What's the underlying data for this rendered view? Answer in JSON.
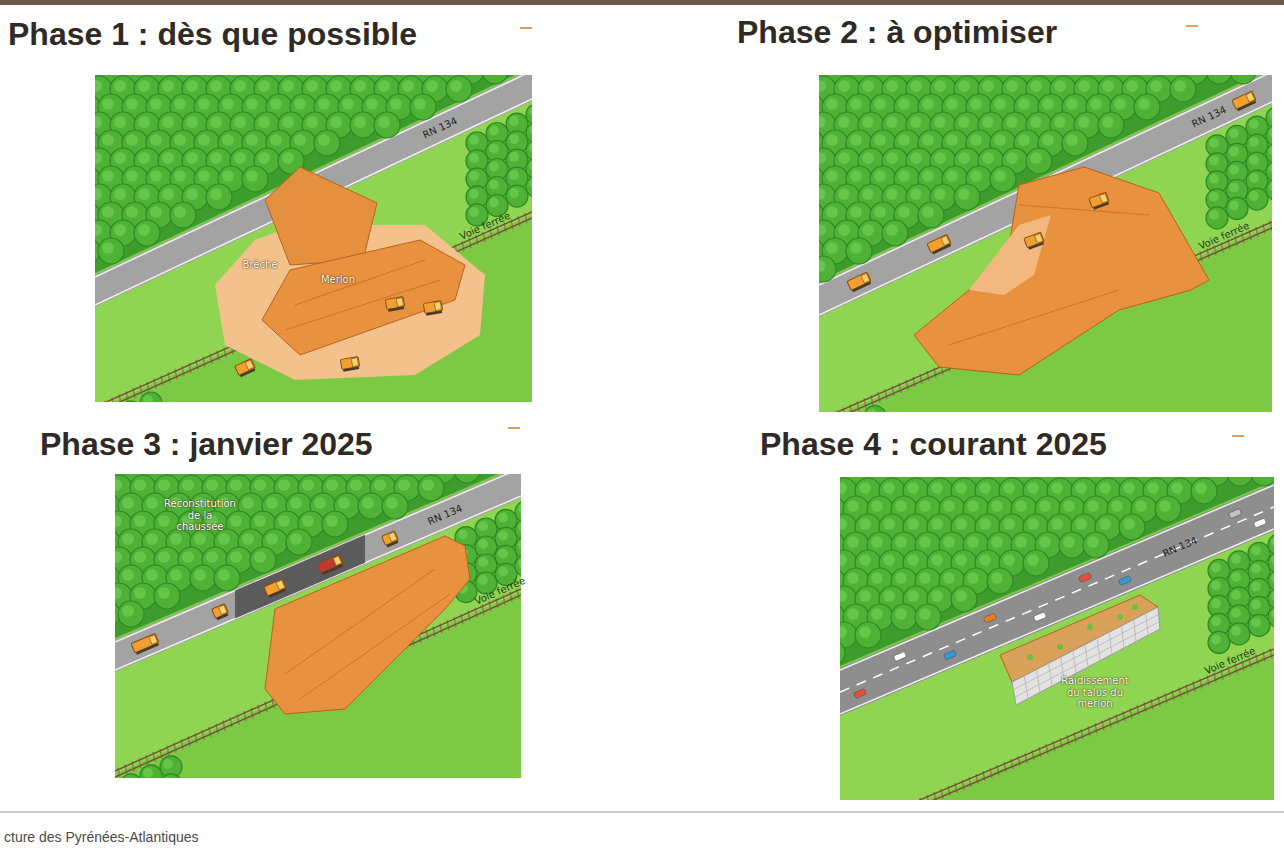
{
  "diagram": {
    "nodes": [
      {
        "text": [
          "Phase 1 : dès que possible"
        ]
      },
      {
        "text": [
          "Phase 2 : à optimiser"
        ]
      },
      {
        "text": [
          "Phase 3 : janvier 2025"
        ]
      },
      {
        "text": [
          "Phase 4 : courant 2025"
        ]
      }
    ],
    "labels": [
      "RN 134",
      "Brèche",
      "Merlon",
      "Voie ferrée",
      "RN 134",
      "Voie ferrée",
      "Reconstitution de la chaussée",
      "RN 134",
      "Voie ferrée",
      "RN 134",
      "Voie ferrée",
      "Raidissement du talus du merlon",
      "cture des Pyrénées-Atlantiques"
    ]
  }
}
